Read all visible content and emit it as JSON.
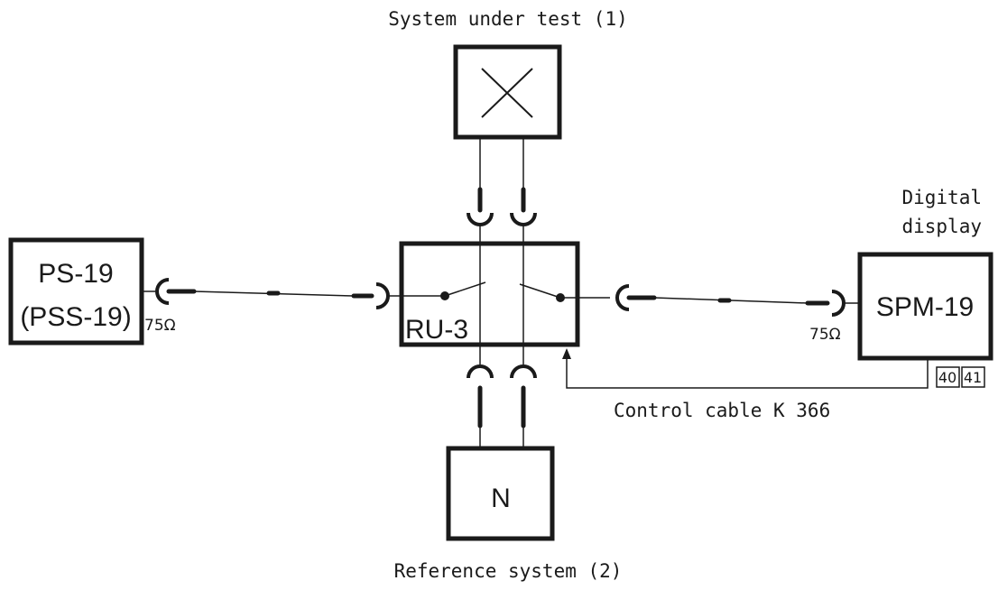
{
  "labels": {
    "system_under_test": "System under test (1)",
    "reference_system": "Reference system (2)",
    "digital_display_line1": "Digital",
    "digital_display_line2": "display",
    "control_cable": "Control cable K 366"
  },
  "blocks": {
    "ps19_line1": "PS-19",
    "ps19_line2": "(PSS-19)",
    "ru3": "RU-3",
    "spm19": "SPM-19",
    "system_under_test_symbol": "X",
    "reference_symbol": "N"
  },
  "impedance": {
    "left": "75Ω",
    "right": "75Ω"
  },
  "terminals": {
    "t1": "40",
    "t2": "41"
  }
}
